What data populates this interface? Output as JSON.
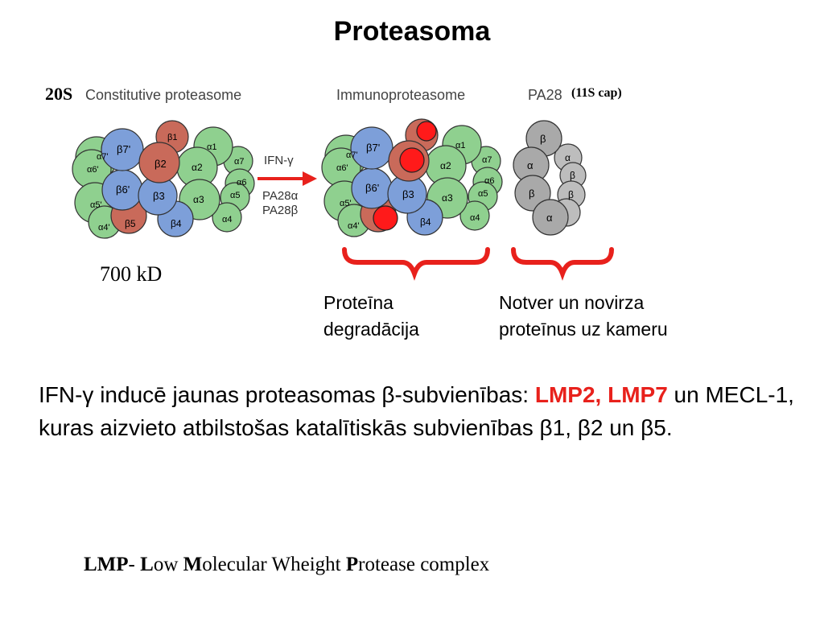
{
  "title": "Proteasoma",
  "label_20s": "20S",
  "panels": {
    "constitutive": "Constitutive proteasome",
    "immuno": "Immunoproteasome",
    "pa28": "PA28",
    "cap": "(11S cap)"
  },
  "arrow": {
    "line1": "IFN-γ",
    "line2": "PA28α",
    "line3": "PA28β"
  },
  "mass": "700 kD",
  "brace_left": {
    "line1": "Proteīna",
    "line2": "degradācija"
  },
  "brace_right": {
    "line1": "Notver un novirza",
    "line2": "proteīnus uz kameru"
  },
  "body": {
    "part1": "IFN-γ inducē jaunas proteasomas β-subvienības: ",
    "highlight": "LMP2, LMP7",
    "part2": " un MECL-1, kuras aizvieto atbilstošas katalītiskās subvienības β1, β2 un β5."
  },
  "footnote": {
    "lmp": "LMP",
    "dash": "- ",
    "l": "L",
    "ow": "ow ",
    "m": "M",
    "olecular": "olecular Wheight ",
    "p": "P",
    "rotease": "rotease complex"
  },
  "subunits": {
    "a7": "α7'",
    "a6": "α6'",
    "a5": "α5'",
    "a4": "α4'",
    "b7": "β7'",
    "b6": "β6'",
    "b5": "β5",
    "b4": "β4",
    "b3": "β3",
    "b2": "β2",
    "b1": "β1",
    "a1": "α1",
    "a2": "α2",
    "a3": "α3",
    "a4r": "α4",
    "a5r": "α5",
    "a6r": "α6",
    "a7r": "α7",
    "pa_a": "α",
    "pa_b": "β"
  },
  "colors": {
    "green": "#8fd08f",
    "blue": "#7d9fd9",
    "brown": "#c96a5a",
    "grey": "#a9a9a9",
    "red": "#e8211c"
  }
}
